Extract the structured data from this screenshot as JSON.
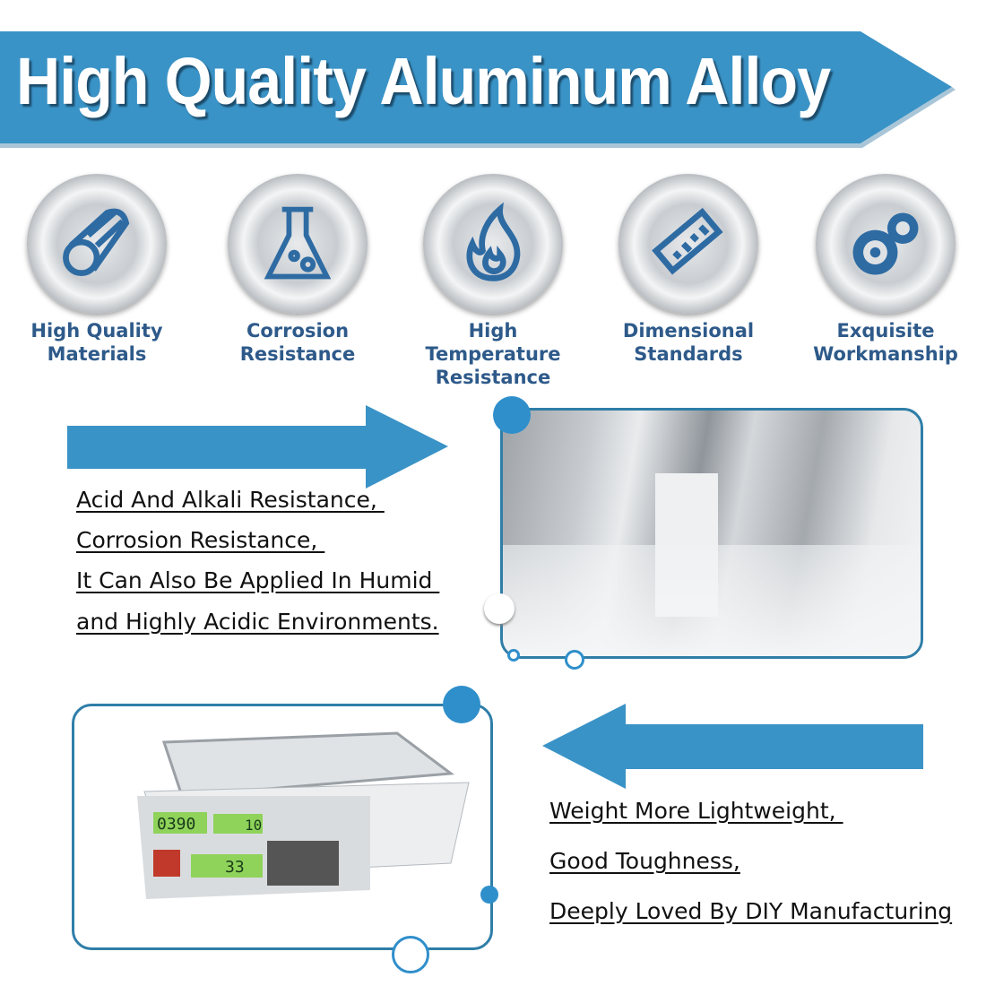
{
  "banner": {
    "title": "High Quality Aluminum Alloy",
    "color": "#3a93c6"
  },
  "features": [
    {
      "icon": "aluminum-rod-icon",
      "line1": "High Quality",
      "line2": "Materials"
    },
    {
      "icon": "flask-icon",
      "line1": "Corrosion",
      "line2": "Resistance"
    },
    {
      "icon": "flame-icon",
      "line1": "High Temperature",
      "line2": "Resistance"
    },
    {
      "icon": "ruler-icon",
      "line1": "Dimensional",
      "line2": "Standards"
    },
    {
      "icon": "gears-icon",
      "line1": "Exquisite",
      "line2": "Workmanship"
    }
  ],
  "section1": {
    "lines": [
      "Acid And Alkali Resistance, ",
      "Corrosion Resistance, ",
      "It Can Also Be Applied In Humid ",
      "and Highly Acidic Environments."
    ]
  },
  "section2": {
    "lines": [
      "Weight More Lightweight, ",
      "Good Toughness,",
      "Deeply Loved By DIY Manufacturing"
    ]
  },
  "scale_display": {
    "weight": "0390",
    "price": "10",
    "total": "33"
  }
}
